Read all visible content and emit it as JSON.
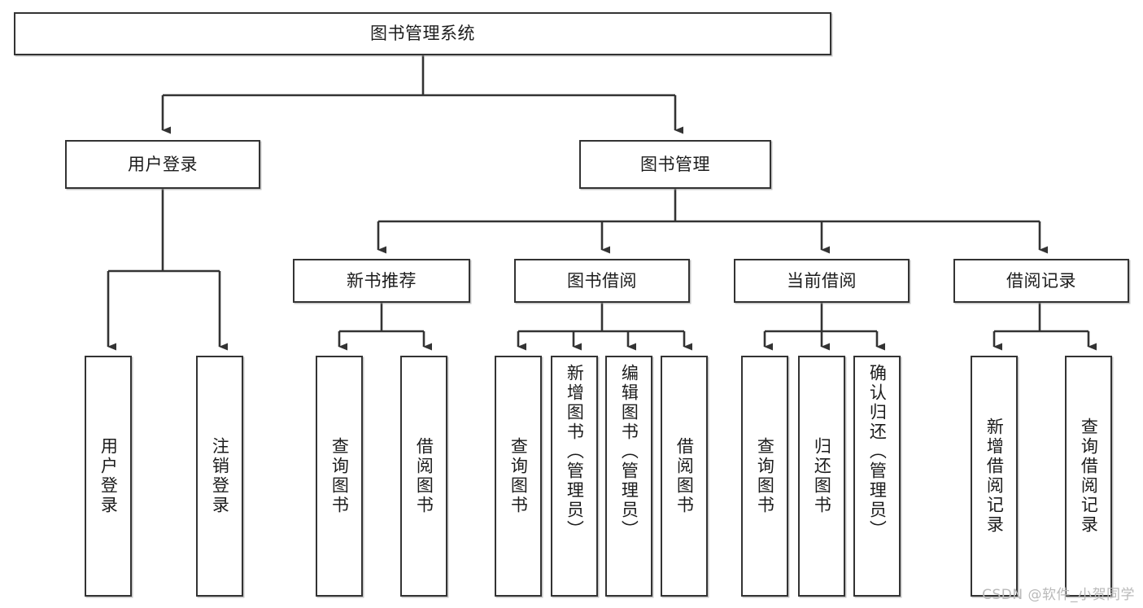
{
  "diagram": {
    "title": "图书管理系统",
    "type": "tree-hierarchy-diagram",
    "colors": {
      "box_border": "#333333",
      "box_fill": "#ffffff",
      "connector": "#333333",
      "text": "#1c1c1c",
      "watermark": "#b9b9b9",
      "background": "#ffffff"
    },
    "root": {
      "label": "图书管理系统"
    },
    "level2": [
      {
        "label": "用户登录"
      },
      {
        "label": "图书管理"
      }
    ],
    "level3": [
      {
        "label": "新书推荐"
      },
      {
        "label": "图书借阅"
      },
      {
        "label": "当前借阅"
      },
      {
        "label": "借阅记录"
      }
    ],
    "leaves": {
      "user_login": [
        {
          "label": "用户登录"
        },
        {
          "label": "注销登录"
        }
      ],
      "new_book_recommend": [
        {
          "label": "查询图书"
        },
        {
          "label": "借阅图书"
        }
      ],
      "book_borrow": [
        {
          "label": "查询图书"
        },
        {
          "label": "新增图书（管理员）"
        },
        {
          "label": "编辑图书（管理员）"
        },
        {
          "label": "借阅图书"
        }
      ],
      "current_borrow": [
        {
          "label": "查询图书"
        },
        {
          "label": "归还图书"
        },
        {
          "label": "确认归还（管理员）"
        }
      ],
      "borrow_record": [
        {
          "label": "新增借阅记录"
        },
        {
          "label": "查询借阅记录"
        }
      ]
    }
  },
  "watermark": {
    "text": "CSDN @软件_小贺同学"
  }
}
